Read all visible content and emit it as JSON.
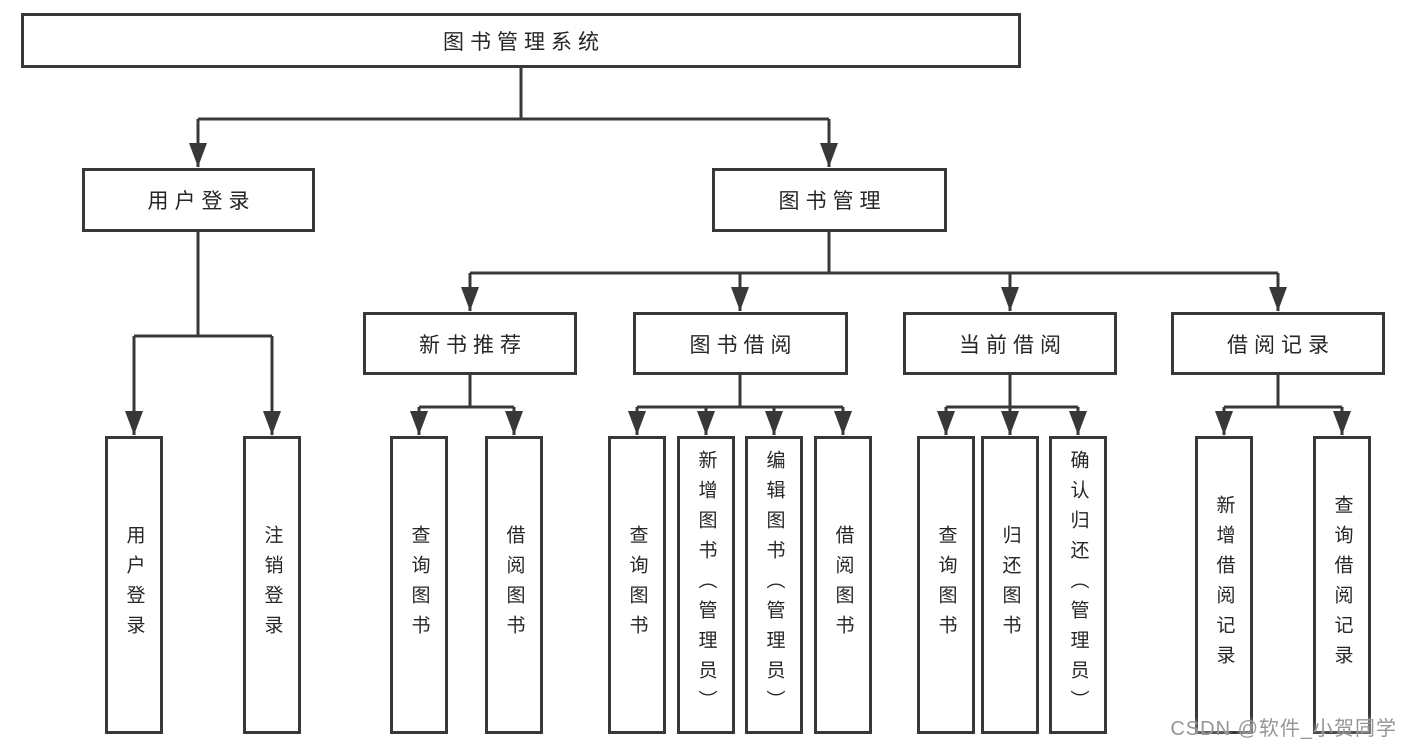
{
  "diagram": {
    "root": {
      "label": "图书管理系统"
    },
    "level1": {
      "user_login": {
        "label": "用户登录"
      },
      "book_mgmt": {
        "label": "图书管理"
      }
    },
    "level2": {
      "new_book_rec": {
        "label": "新书推荐"
      },
      "book_borrow": {
        "label": "图书借阅"
      },
      "current_borrow": {
        "label": "当前借阅"
      },
      "borrow_records": {
        "label": "借阅记录"
      }
    },
    "leaves": {
      "user_login": [
        {
          "label": "用户登录"
        },
        {
          "label": "注销登录"
        }
      ],
      "new_book_rec": [
        {
          "label": "查询图书"
        },
        {
          "label": "借阅图书"
        }
      ],
      "book_borrow": [
        {
          "label": "查询图书"
        },
        {
          "label": "新增图书（管理员）"
        },
        {
          "label": "编辑图书（管理员）"
        },
        {
          "label": "借阅图书"
        }
      ],
      "current_borrow": [
        {
          "label": "查询图书"
        },
        {
          "label": "归还图书"
        },
        {
          "label": "确认归还（管理员）"
        }
      ],
      "borrow_records": [
        {
          "label": "新增借阅记录"
        },
        {
          "label": "查询借阅记录"
        }
      ]
    }
  },
  "watermark": "CSDN @软件_小贺同学",
  "colors": {
    "line": "#383838",
    "text": "#262626",
    "watermark": "#969696",
    "background": "#ffffff"
  }
}
